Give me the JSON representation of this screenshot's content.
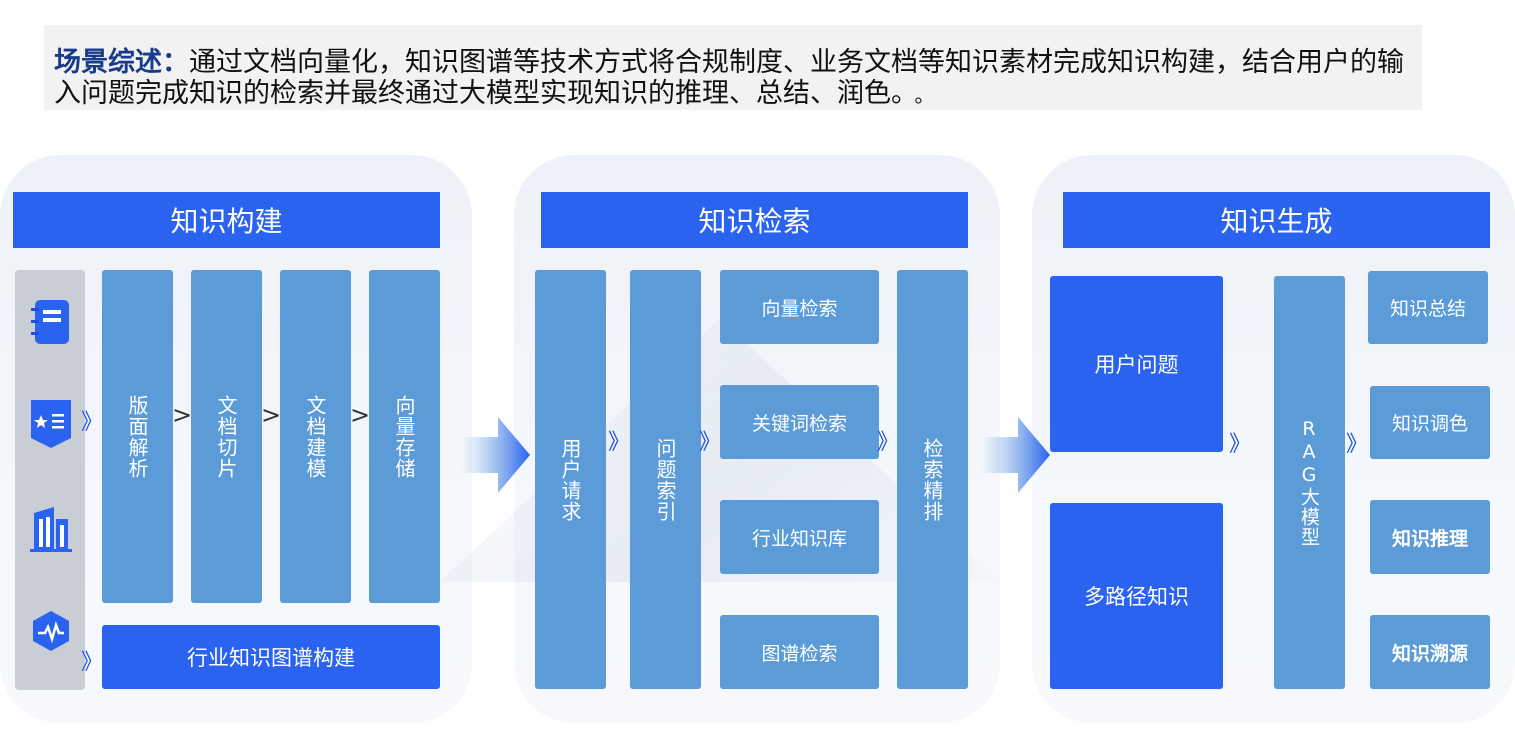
{
  "intro": {
    "lead": "场景综述：",
    "text": "通过文档向量化，知识图谱等技术方式将合规制度、业务文档等知识素材完成知识构建，结合用户的输入问题完成知识的检索并最终通过大模型实现知识的推理、总结、润色。",
    "dot": "。"
  },
  "build": {
    "header": "知识构建",
    "icons": [
      "notebook-icon",
      "document-star-icon",
      "building-icon",
      "pulse-shield-icon"
    ],
    "sep_icons": "》",
    "steps": [
      "版面解析",
      "文档切片",
      "文档建模",
      "向量存储"
    ],
    "step_sep": ">",
    "graph_sep": "》",
    "graph": "行业知识图谱构建"
  },
  "retrieve": {
    "header": "知识检索",
    "request": "用户请求",
    "sep1": "》",
    "index": "问题索引",
    "sep2": "》",
    "methods": [
      "向量检索",
      "关键词检索",
      "行业知识库",
      "图谱检索"
    ],
    "sep3": "》",
    "rerank": "检索精排"
  },
  "generate": {
    "header": "知识生成",
    "question": "用户问题",
    "knowledge": "多路径知识",
    "sep1": "》",
    "model": "RAG大模型",
    "sep2": "》",
    "outputs": [
      "知识总结",
      "知识调色",
      "知识推理",
      "知识溯源"
    ]
  },
  "colors": {
    "primary_blue": "#2a63f0",
    "light_blue": "#5a9bd8",
    "panel_bg": "#eef2f8"
  }
}
